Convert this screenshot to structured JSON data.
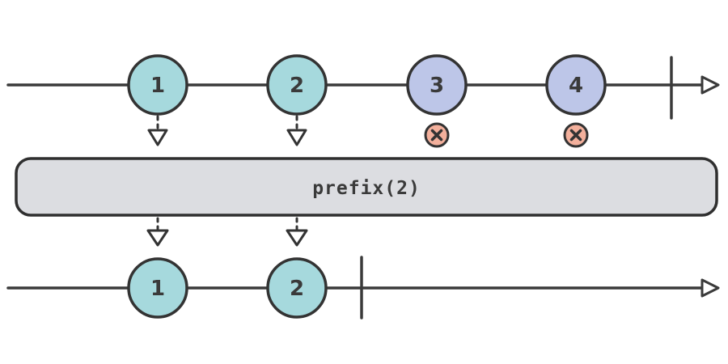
{
  "operator": {
    "label": "prefix(2)"
  },
  "input_stream": {
    "events": [
      {
        "value": "1",
        "status": "kept"
      },
      {
        "value": "2",
        "status": "kept"
      },
      {
        "value": "3",
        "status": "dropped"
      },
      {
        "value": "4",
        "status": "dropped"
      }
    ],
    "completed": true
  },
  "output_stream": {
    "events": [
      {
        "value": "1"
      },
      {
        "value": "2"
      }
    ],
    "completed": true
  },
  "icons": {
    "kept_marker": "dashed-down-arrow",
    "dropped_marker": "x-cross-badge",
    "timeline_end": "hollow-right-arrowhead",
    "completion_marker": "vertical-tick"
  },
  "colors": {
    "kept_marble": "#a6d9dd",
    "dropped_marble": "#bdc6e8",
    "dropped_badge": "#f3b09c",
    "operator_box": "#dcdde1",
    "stroke": "#3a3a3a",
    "background": "#ffffff"
  }
}
